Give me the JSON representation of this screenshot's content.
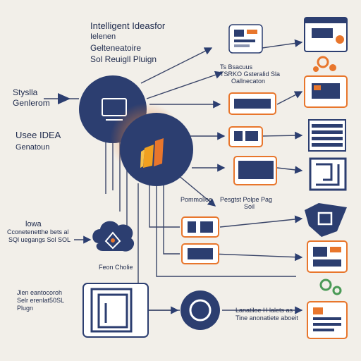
{
  "texts": {
    "title_line1": "Intelligent Ideasfor",
    "title_line2": "Ielenen",
    "title_line3": "Gelteneatoire",
    "title_line4": "Sol Reuigll Pluign",
    "left_label1": "Styslla",
    "left_label2": "Genlerom",
    "left_label3": "Usee  IDEA",
    "left_label4": "Genatoun",
    "mid_right1": "Ts Bsacuus",
    "mid_right2": "TSRKO Gsteralid Sla",
    "mid_right3": "Oallnecaton",
    "center_label1": "Pommolioe",
    "center_label2": "Pesgtst Polpe Pag",
    "center_label3": "Soil",
    "left_mid1": "lowa",
    "left_mid2": "Cconetenetthe bets al",
    "left_mid3": "SQl uegangs Sol SOL",
    "left_mid4": "Feon Cholie",
    "bottom_left1": "Jlen eantocoroh",
    "bottom_left2": "Selr erenlat50SL",
    "bottom_left3": "Plugn",
    "bottom_right1": "Lanatiloe H lalets as",
    "bottom_right2": "Tine anonatiete aboeit"
  },
  "colors": {
    "navy": "#2c3e70",
    "orange": "#e8762c",
    "background": "#f2efe9",
    "line": "#3a4568"
  },
  "icons": {
    "top_right_window": "browser-window-icon",
    "top_app": "app-window-icon",
    "main_circle": "monitor-icon",
    "logo_circle": "intellij-logo-icon",
    "shield": "shield-icon",
    "cloud": "cloud-network-icon",
    "big_doc": "document-frame-icon",
    "gears": "gears-icon",
    "list_doc": "list-document-icon"
  }
}
